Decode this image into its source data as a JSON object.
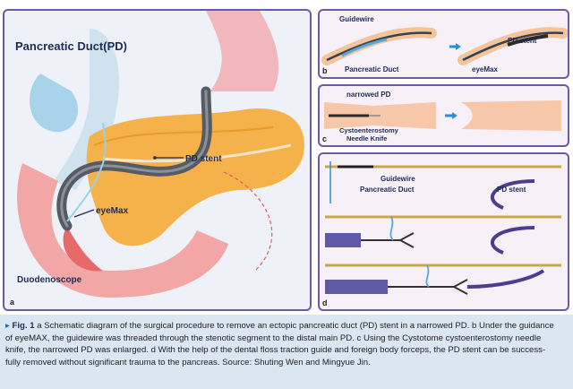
{
  "panel_a": {
    "letter": "a",
    "title": "Pancreatic Duct(PD)",
    "labels": {
      "pd_stent": "PD stent",
      "eyemax": "eyeMax",
      "duodenoscope": "Duodenoscope"
    }
  },
  "panel_b": {
    "letter": "b",
    "labels": {
      "guidewire": "Guidewire",
      "pancreatic_duct": "Pancreatic Duct",
      "pd_stent": "PD stent",
      "eyemax": "eyeMax"
    }
  },
  "panel_c": {
    "letter": "c",
    "labels": {
      "narrowed_pd": "narrowed PD",
      "knife_line1": "Cystoenterostomy",
      "knife_line2": "Needle Knife"
    }
  },
  "panel_d": {
    "letter": "d",
    "labels": {
      "guidewire": "Guidewire",
      "pancreatic_duct": "Pancreatic Duct",
      "pd_stent": "PD stent"
    }
  },
  "caption": {
    "fig_label": "Fig. 1",
    "line1": " a Schematic diagram of the surgical procedure to remove an ectopic pancreatic duct (PD) stent in a narrowed PD. b Under the guidance",
    "line2": "of eyeMAX, the guidewire was threaded through the stenotic segment to the distal main PD. c Using the Cystotome cystoenterostomy needle",
    "line3": "knife, the narrowed PD was enlarged. d With the help of the dental floss traction guide and foreign body forceps, the PD stent can be success-",
    "line4": "fully removed without significant trauma to the pancreas. Source: Shuting Wen and Mingyue Jin."
  },
  "colors": {
    "frame": "#6a5aa8",
    "pancreas": "#f5b24a",
    "duodenum": "#f3a6a6",
    "caption_bg": "#dbe6f3",
    "scope": "#555a63"
  }
}
